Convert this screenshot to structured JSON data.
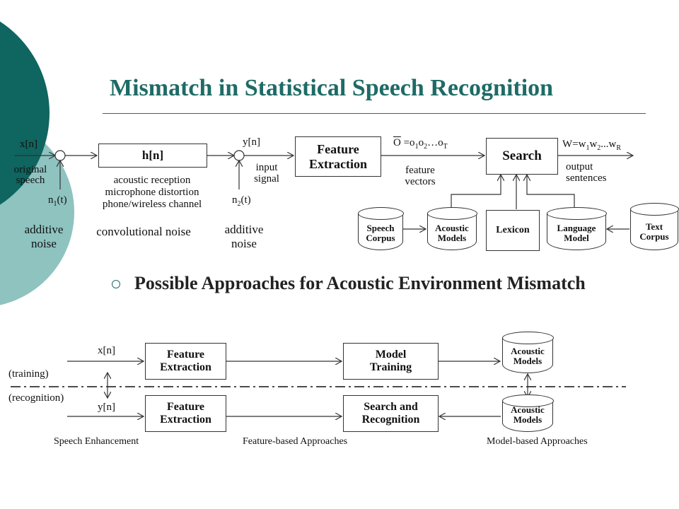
{
  "slide": {
    "title": "Mismatch in Statistical Speech Recognition",
    "bullet": "Possible Approaches for Acoustic Environment Mismatch"
  },
  "diagram_top": {
    "xn": "x[n]",
    "original_speech": [
      "original",
      "speech"
    ],
    "n1": {
      "base": "n",
      "sub": "1",
      "tail": "(t)"
    },
    "additive_noise_1": [
      "additive",
      "noise"
    ],
    "hn_block": "h[n]",
    "channel_desc": [
      "acoustic reception",
      "microphone distortion",
      "phone/wireless channel"
    ],
    "convolutional_noise": "convolutional noise",
    "yn": "y[n]",
    "n2": {
      "base": "n",
      "sub": "2",
      "tail": "(t)"
    },
    "additive_noise_2": [
      "additive",
      "noise"
    ],
    "input_signal": [
      "input",
      "signal"
    ],
    "feature_extraction_block": [
      "Feature",
      "Extraction"
    ],
    "observation": {
      "lhs": "O",
      "eq": " =o",
      "s1": "1",
      "o2": "o",
      "s2": "2",
      "dots": "…o",
      "sT": "T"
    },
    "feature_vectors": [
      "feature",
      "vectors"
    ],
    "search_block": "Search",
    "word_seq": {
      "w": "W=w",
      "s1": "1",
      "w2": "w",
      "s2": "2",
      "dots": "...w",
      "sR": "R"
    },
    "output_sentences": [
      "output",
      "sentences"
    ],
    "databases": {
      "speech_corpus": [
        "Speech",
        "Corpus"
      ],
      "acoustic_models": [
        "Acoustic",
        "Models"
      ],
      "lexicon": [
        "Lexicon"
      ],
      "language_model": [
        "Language",
        "Model"
      ],
      "text_corpus": [
        "Text",
        "Corpus"
      ]
    }
  },
  "diagram_bottom": {
    "xn": "x[n]",
    "yn": "y[n]",
    "training": "(training)",
    "recognition": "(recognition)",
    "fe_train": [
      "Feature",
      "Extraction"
    ],
    "fe_recog": [
      "Feature",
      "Extraction"
    ],
    "model_training": [
      "Model",
      "Training"
    ],
    "search_recognition": [
      "Search and",
      "Recognition"
    ],
    "am_train": [
      "Acoustic",
      "Models"
    ],
    "am_recog": [
      "Acoustic",
      "Models"
    ],
    "speech_enhancement": "Speech Enhancement",
    "feature_based": "Feature-based Approaches",
    "model_based": "Model-based Approaches"
  },
  "colors": {
    "accent": "#1e6b66",
    "teal_light": "#8ec3c0"
  },
  "icons": {
    "bullet": "hollow-circle-bullet-icon"
  }
}
